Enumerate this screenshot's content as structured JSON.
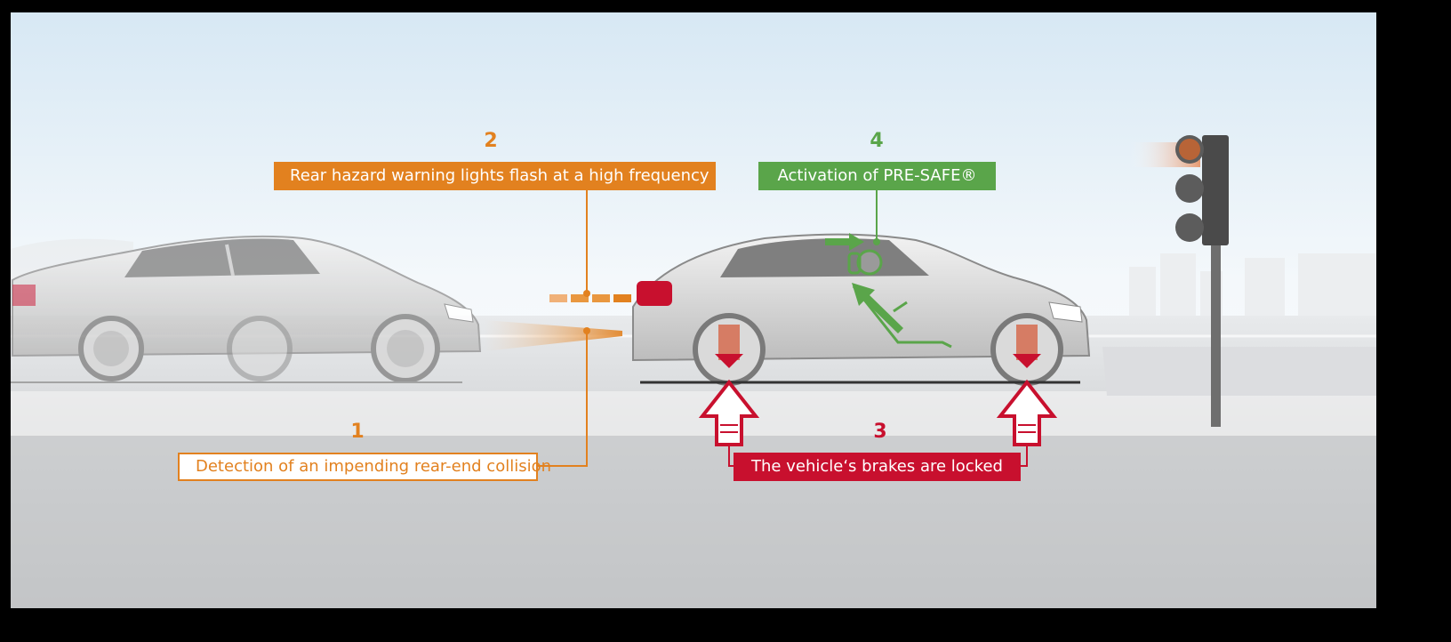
{
  "steps": [
    {
      "number": "1",
      "label": "Detection of an impending rear-end collision"
    },
    {
      "number": "2",
      "label": "Rear hazard warning lights flash at a high frequency"
    },
    {
      "number": "3",
      "label": "The vehicle‘s brakes are locked"
    },
    {
      "number": "4",
      "label": "Activation of PRE-SAFE®"
    }
  ],
  "colors": {
    "orange": "#e2811f",
    "green": "#5aa54a",
    "red": "#c8102e",
    "frame": "#000000"
  }
}
